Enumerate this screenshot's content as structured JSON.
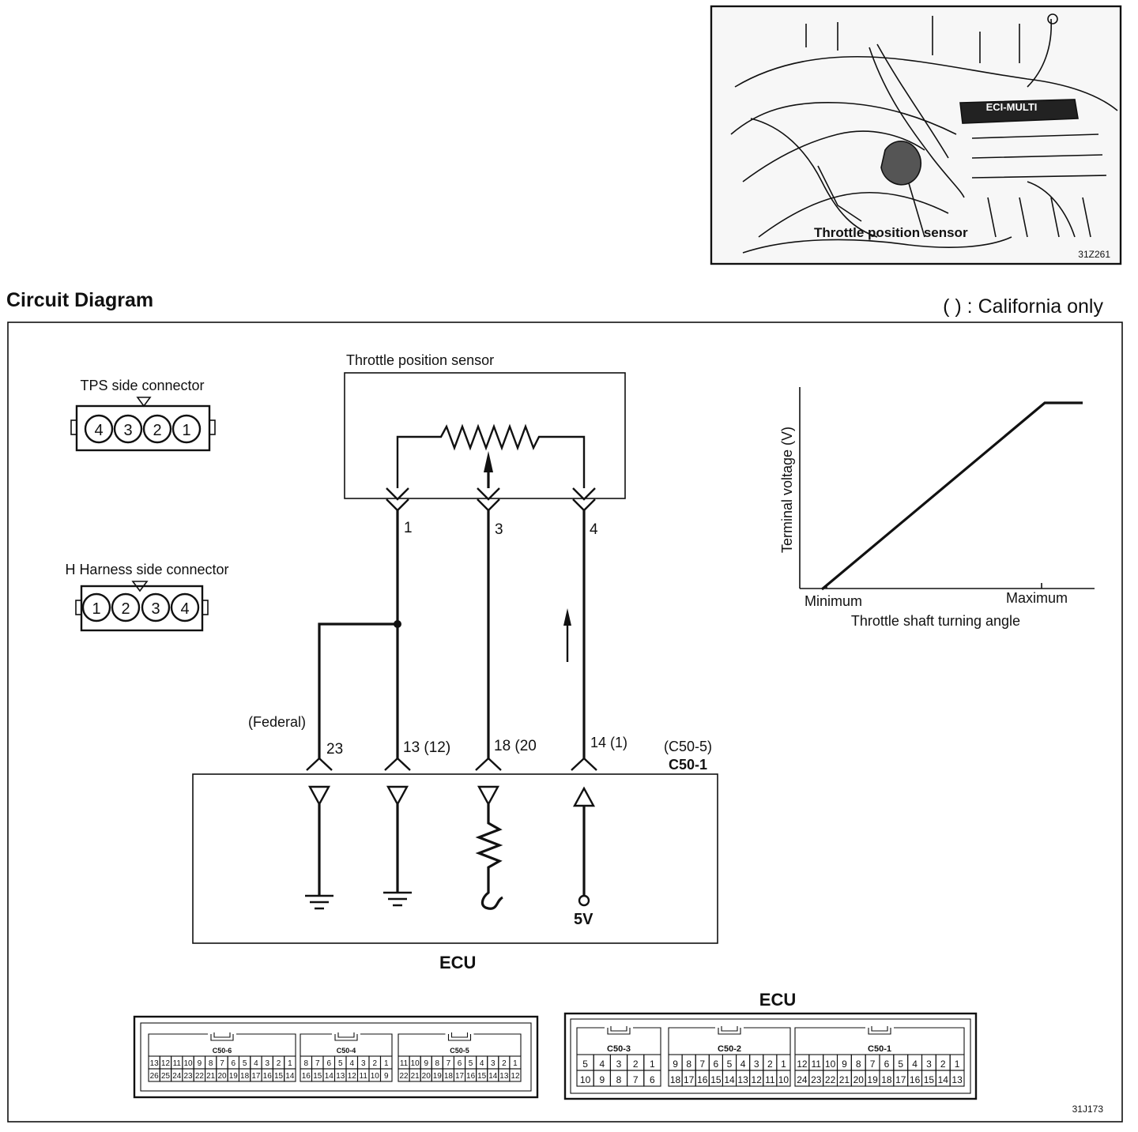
{
  "photo": {
    "label": "Throttle position sensor",
    "code": "31Z261",
    "badge": "ECI-MULTI"
  },
  "header": {
    "title": "Circuit Diagram",
    "note": "(      ) : California only"
  },
  "tps_connector": {
    "title": "TPS side connector",
    "pins": [
      "4",
      "3",
      "2",
      "1"
    ]
  },
  "harness_connector": {
    "title": "H Harness side connector",
    "pins": [
      "1",
      "2",
      "3",
      "4"
    ]
  },
  "sensor": {
    "title": "Throttle position sensor",
    "terminals": [
      "1",
      "3",
      "4"
    ]
  },
  "ecu": {
    "title": "ECU",
    "label_federal": "(Federal)",
    "terminals": [
      "23",
      "13 (12)",
      "18 (20",
      "14 (1)"
    ],
    "connector_alt": "(C50-5)",
    "connector": "C50-1",
    "supply": "5V"
  },
  "graph": {
    "ylabel": "Terminal voltage (V)",
    "xlabel": "Throttle shaft turning angle",
    "x_min_label": "Minimum",
    "x_max_label": "Maximum"
  },
  "connectors_left": {
    "blocks": [
      {
        "name": "C50-6",
        "top": [
          "13",
          "12",
          "11",
          "10",
          "9",
          "8",
          "7",
          "6",
          "5",
          "4",
          "3",
          "2",
          "1"
        ],
        "bottom": [
          "26",
          "25",
          "24",
          "23",
          "22",
          "21",
          "20",
          "19",
          "18",
          "17",
          "16",
          "15",
          "14"
        ]
      },
      {
        "name": "C50-4",
        "top": [
          "8",
          "7",
          "6",
          "5",
          "4",
          "3",
          "2",
          "1"
        ],
        "bottom": [
          "16",
          "15",
          "14",
          "13",
          "12",
          "11",
          "10",
          "9"
        ]
      },
      {
        "name": "C50-5",
        "top": [
          "11",
          "10",
          "9",
          "8",
          "7",
          "6",
          "5",
          "4",
          "3",
          "2",
          "1"
        ],
        "bottom": [
          "22",
          "21",
          "20",
          "19",
          "18",
          "17",
          "16",
          "15",
          "14",
          "13",
          "12"
        ]
      }
    ]
  },
  "connectors_right": {
    "title": "ECU",
    "blocks": [
      {
        "name": "C50-3",
        "top": [
          "5",
          "4",
          "3",
          "2",
          "1"
        ],
        "bottom": [
          "10",
          "9",
          "8",
          "7",
          "6"
        ]
      },
      {
        "name": "C50-2",
        "top": [
          "9",
          "8",
          "7",
          "6",
          "5",
          "4",
          "3",
          "2",
          "1"
        ],
        "bottom": [
          "18",
          "17",
          "16",
          "15",
          "14",
          "13",
          "12",
          "11",
          "10"
        ]
      },
      {
        "name": "C50-1",
        "top": [
          "12",
          "11",
          "10",
          "9",
          "8",
          "7",
          "6",
          "5",
          "4",
          "3",
          "2",
          "1"
        ],
        "bottom": [
          "24",
          "23",
          "22",
          "21",
          "20",
          "19",
          "18",
          "17",
          "16",
          "15",
          "14",
          "13"
        ]
      }
    ]
  },
  "footer": {
    "code": "31J173"
  }
}
